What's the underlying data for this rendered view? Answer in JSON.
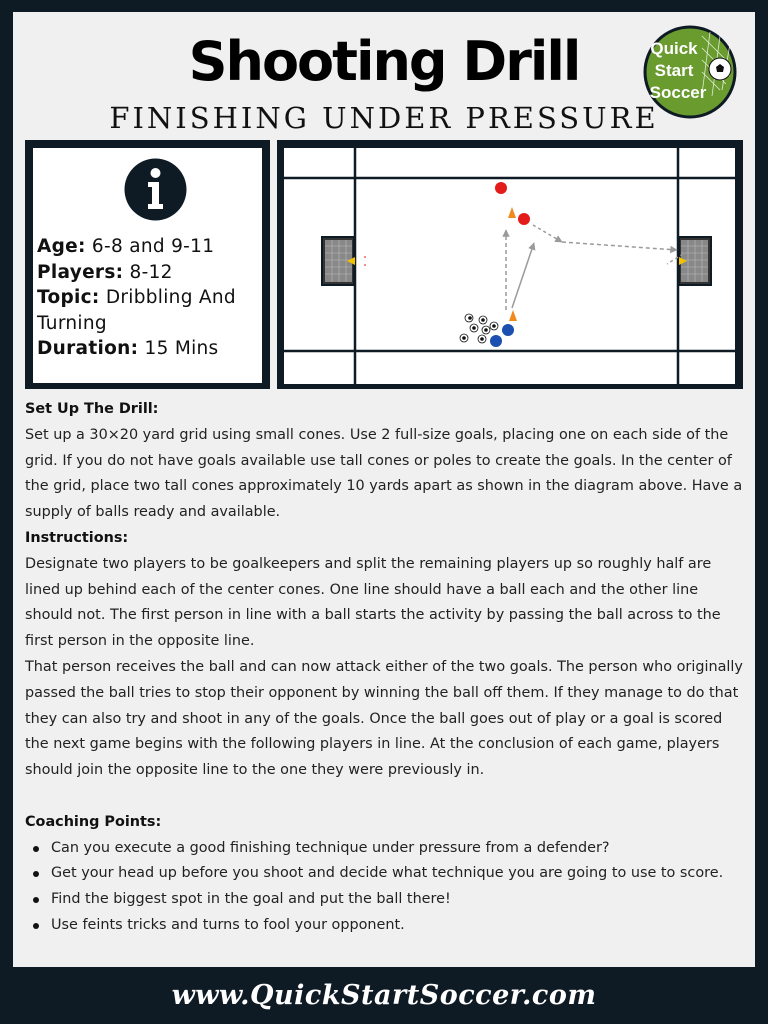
{
  "header": {
    "title": "Shooting Drill",
    "subtitle": "FINISHING UNDER PRESSURE"
  },
  "logo": {
    "line1": "Quick",
    "line2": "Start",
    "line3": "Soccer",
    "color": "#6a9b2f"
  },
  "info": {
    "icon": "info-icon",
    "age_label": "Age:",
    "age_value": "6-8 and 9-11",
    "players_label": "Players:",
    "players_value": "8-12",
    "topic_label": "Topic:",
    "topic_value": "Dribbling And Turning",
    "duration_label": "Duration:",
    "duration_value": "15 Mins"
  },
  "diagram": {
    "icon": "soccer-field-diagram",
    "colors": {
      "defender": "#e31b1b",
      "attacker": "#1b4fb0",
      "cone": "#f08a1c",
      "goal_ball": "#f2c200"
    }
  },
  "content": {
    "setup_heading": "Set Up The Drill:",
    "setup_text": "Set up a 30×20 yard grid using small cones. Use 2 full-size goals, placing one on each side of the grid. If you do not have goals available use tall cones or poles to create the goals. In the center of the grid, place two tall cones approximately 10 yards apart as shown in the diagram above. Have a supply of balls ready and available.",
    "instructions_heading": "Instructions:",
    "instructions_p1": "Designate two players to be goalkeepers and split the remaining players up so roughly half are lined up behind each of the center cones. One line should have a ball each and the other line should not. The first person in line with a ball starts the activity by passing the ball across to the first person in the opposite line.",
    "instructions_p2": "That person receives the ball and can now attack either of the two goals. The person who originally passed the ball tries to stop their opponent by winning the ball off them. If they manage to do that they can also try and shoot in any of the goals. Once the ball goes out of play or a goal is scored the next game begins with the following players in line. At the conclusion of each game, players should join the opposite line to the one they were previously in.",
    "coaching_heading": "Coaching Points:",
    "coaching_points": [
      "Can you execute a good finishing technique under pressure from a defender?",
      "Get your head up before you shoot and decide what technique you are going to use to score.",
      "Find the biggest spot in the goal and put the ball there!",
      "Use feints tricks and turns to fool your opponent."
    ]
  },
  "footer": {
    "url": "www.QuickStartSoccer.com"
  }
}
